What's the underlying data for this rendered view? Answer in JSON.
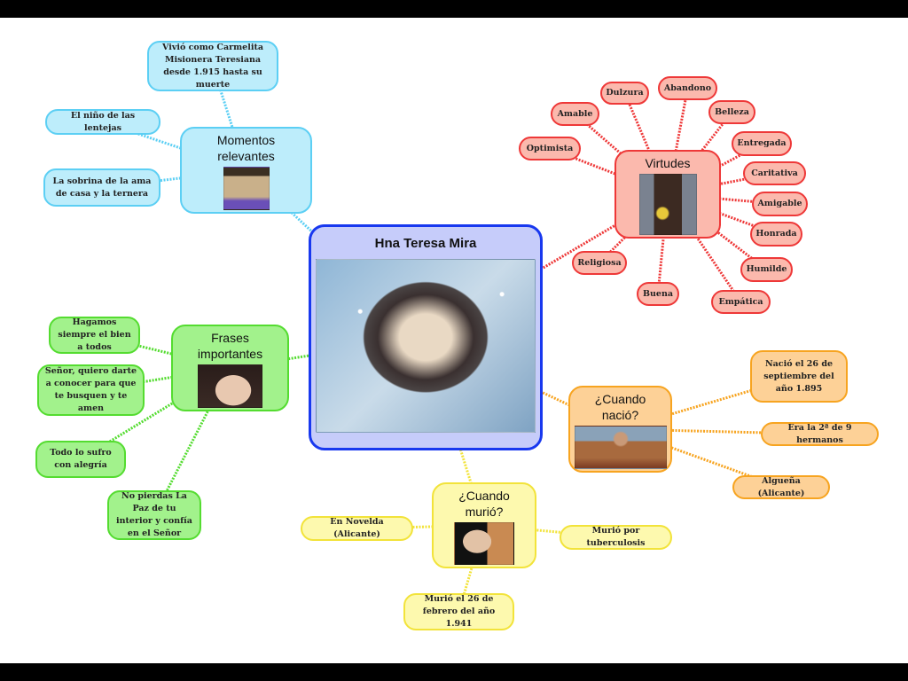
{
  "center": {
    "title": "Hna Teresa Mira"
  },
  "momentos": {
    "title": "Momentos relevantes",
    "items": [
      "Vivió como Carmelita Misionera Teresiana desde 1.915 hasta su muerte",
      "El niño de las lentejas",
      "La sobrina de la ama de casa y la ternera"
    ]
  },
  "virtudes": {
    "title": "Virtudes",
    "items": [
      "Optimista",
      "Amable",
      "Dulzura",
      "Abandono",
      "Belleza",
      "Entregada",
      "Caritativa",
      "Amigable",
      "Honrada",
      "Humilde",
      "Empática",
      "Buena",
      "Religiosa"
    ]
  },
  "frases": {
    "title": "Frases importantes",
    "items": [
      "Hagamos siempre el bien a todos",
      "Señor, quiero darte a conocer para que te busquen y te amen",
      "Todo lo sufro con alegría",
      "No pierdas La Paz de tu interior y confía en el Señor"
    ]
  },
  "nacio": {
    "title": "¿Cuando nació?",
    "items": [
      "Nació el 26 de septiembre del año 1.895",
      "Era la 2ª de 9 hermanos",
      "Algueña (Alicante)"
    ]
  },
  "murio": {
    "title": "¿Cuando murió?",
    "items": [
      "En Novelda (Alicante)",
      "Murió por tuberculosis",
      "Murió el 26 de febrero del año 1.941"
    ]
  },
  "colors": {
    "blue": "#5ccff4",
    "red": "#ee3838",
    "green": "#54dc30",
    "orange": "#f7a420",
    "yellow": "#f2e33a",
    "center": "#1838ef"
  }
}
